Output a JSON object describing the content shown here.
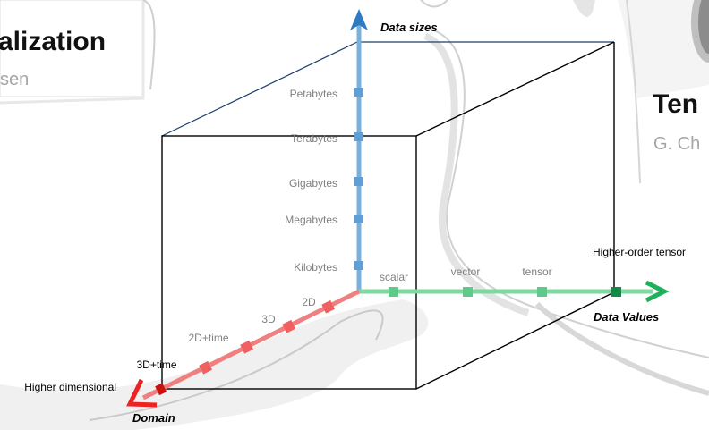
{
  "background_slides": {
    "left_title": "alization",
    "left_subtitle": "sen",
    "right_title": "Ten",
    "right_subtitle": "G. Ch"
  },
  "axes": {
    "data_sizes": {
      "title": "Data sizes",
      "color": "#2e7bc4",
      "tick_color": "#7ab0dc",
      "ticks": [
        "Kilobytes",
        "Megabytes",
        "Gigabytes",
        "Terabytes",
        "Petabytes"
      ]
    },
    "data_values": {
      "title": "Data Values",
      "color": "#1fb05c",
      "tick_color": "#7ed9a1",
      "ticks": [
        "scalar",
        "vector",
        "tensor"
      ],
      "end_label": "Higher-order tensor"
    },
    "domain": {
      "title": "Domain",
      "color": "#ee2222",
      "tick_color": "#f08080",
      "ticks": [
        "2D",
        "3D",
        "2D+time",
        "3D+time"
      ],
      "end_label": "Higher dimensional"
    }
  },
  "colors": {
    "cube_front": "#000000",
    "cube_back": "#1f3f6e",
    "tick_text": "#7f7f7f"
  }
}
